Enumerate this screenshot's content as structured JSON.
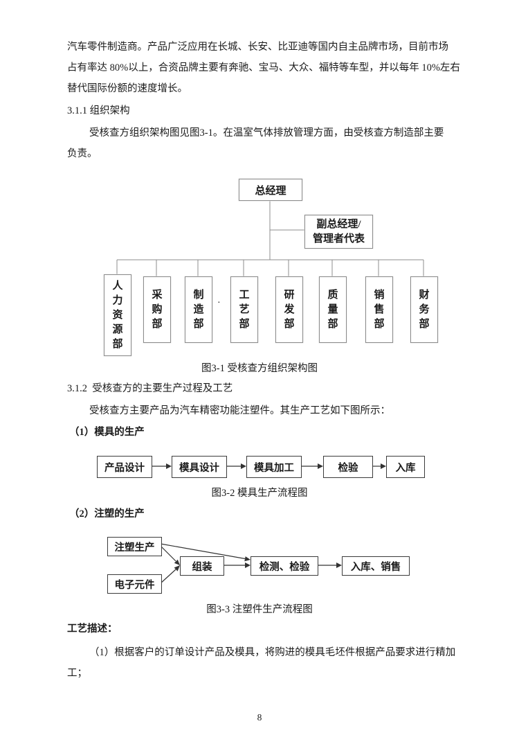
{
  "intro": {
    "line1": "汽车零件制造商。产品广泛应用在长城、长安、比亚迪等国内自主品牌市场，目前市场",
    "line2": "占有率达 80%以上，合资品牌主要有奔驰、宝马、大众、福特等车型，并以每年 10%左右",
    "line3": "替代国际份额的速度增长。"
  },
  "section_311": {
    "heading": "3.1.1 组织架构",
    "para_line1": "受核查方组织架构图见图3-1。在温室气体排放管理方面，由受核查方制造部主要",
    "para_line2": "负责。"
  },
  "org_chart": {
    "top_box": "总经理",
    "deputy_line1": "副总经理/",
    "deputy_line2": "管理者代表",
    "departments": [
      "人力资源部",
      "采购部",
      "制造部",
      "工艺部",
      "研发部",
      "质量部",
      "销售部",
      "财务部"
    ],
    "stray_mark": "·",
    "caption": "图3-1 受核查方组织架构图"
  },
  "section_312": {
    "heading": "3.1.2  受核查方的主要生产过程及工艺",
    "intro": "受核查方主要产品为汽车精密功能注塑件。其生产工艺如下图所示：",
    "sub1_heading": "（1）模具的生产",
    "flow1_boxes": [
      "产品设计",
      "模具设计",
      "模具加工",
      "检验",
      "入库"
    ],
    "flow1_caption": "图3-2 模具生产流程图",
    "sub2_heading": "（2）注塑的生产",
    "flow2_boxes": [
      "注塑生产",
      "电子元件",
      "组装",
      "检测、检验",
      "入库、销售"
    ],
    "flow2_caption": "图3-3 注塑件生产流程图"
  },
  "process_description": {
    "heading": "工艺描述：",
    "line1": "（1）根据客户的订单设计产品及模具，将购进的模具毛坯件根据产品要求进行精加",
    "line2": "工；"
  },
  "page_number": "8",
  "colors": {
    "org_line": "#8c8c8c",
    "flow_line": "#333333",
    "text": "#1a1a1a"
  }
}
